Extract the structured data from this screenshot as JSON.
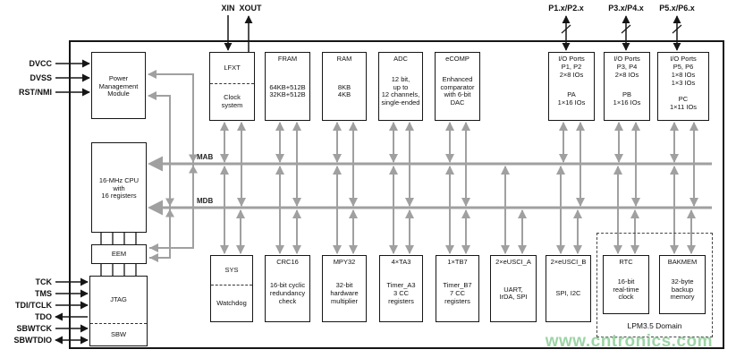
{
  "diagram": {
    "top_pins": {
      "xin": "XIN",
      "xout": "XOUT"
    },
    "port_pins": [
      "P1.x/P2.x",
      "P3.x/P4.x",
      "P5.x/P6.x"
    ],
    "left_pins": [
      "DVCC",
      "DVSS",
      "RST/NMI"
    ],
    "jtag_pins": [
      "TCK",
      "TMS",
      "TDI/TCLK",
      "TDO",
      "SBWTCK",
      "SBWTDIO"
    ],
    "bus_labels": {
      "mab": "MAB",
      "mdb": "MDB"
    },
    "blocks": {
      "pmm": {
        "title": "Power\nManagement\nModule"
      },
      "cpu": {
        "title": "16-MHz CPU\nwith\n16 registers"
      },
      "eem": {
        "title": "EEM"
      },
      "jtag": {
        "title": "JTAG",
        "body": "SBW"
      },
      "top_row": [
        {
          "title": "LFXT",
          "body": "Clock\nsystem"
        },
        {
          "title": "FRAM",
          "body": "64KB+512B\n32KB+512B"
        },
        {
          "title": "RAM",
          "body": "8KB\n4KB"
        },
        {
          "title": "ADC",
          "body": "12 bit,\nup to\n12 channels,\nsingle-ended"
        },
        {
          "title": "eCOMP",
          "body": "Enhanced\ncomparator\nwith 6-bit\nDAC"
        },
        {
          "title": "I/O Ports\nP1, P2\n2×8 IOs",
          "body": "PA\n1×16 IOs"
        },
        {
          "title": "I/O Ports\nP3, P4\n2×8 IOs",
          "body": "PB\n1×16 IOs"
        },
        {
          "title": "I/O Ports\nP5, P6\n1×8 IOs\n1×3 IOs",
          "body": "PC\n1×11 IOs"
        }
      ],
      "bottom_row": [
        {
          "title": "SYS",
          "body": "Watchdog"
        },
        {
          "title": "CRC16",
          "body": "16-bit cyclic\nredundancy\ncheck"
        },
        {
          "title": "MPY32",
          "body": "32-bit\nhardware\nmultiplier"
        },
        {
          "title": "4×TA3",
          "body": "Timer_A3\n3 CC\nregisters"
        },
        {
          "title": "1×TB7",
          "body": "Timer_B7\n7 CC\nregisters"
        },
        {
          "title": "2×eUSCI_A",
          "body": "UART,\nIrDA, SPI"
        },
        {
          "title": "2×eUSCI_B",
          "body": "SPI, I2C"
        },
        {
          "title": "RTC",
          "body": "16-bit\nreal-time\nclock"
        },
        {
          "title": "BAKMEM",
          "body": "32-byte\nbackup\nmemory"
        }
      ]
    },
    "lpm_domain_label": "LPM3.5 Domain",
    "watermark": "www.cntronics.com",
    "colors": {
      "bus_gray": "#a0a0a0",
      "line_black": "#161616",
      "watermark_green": "#8ccd96"
    }
  }
}
